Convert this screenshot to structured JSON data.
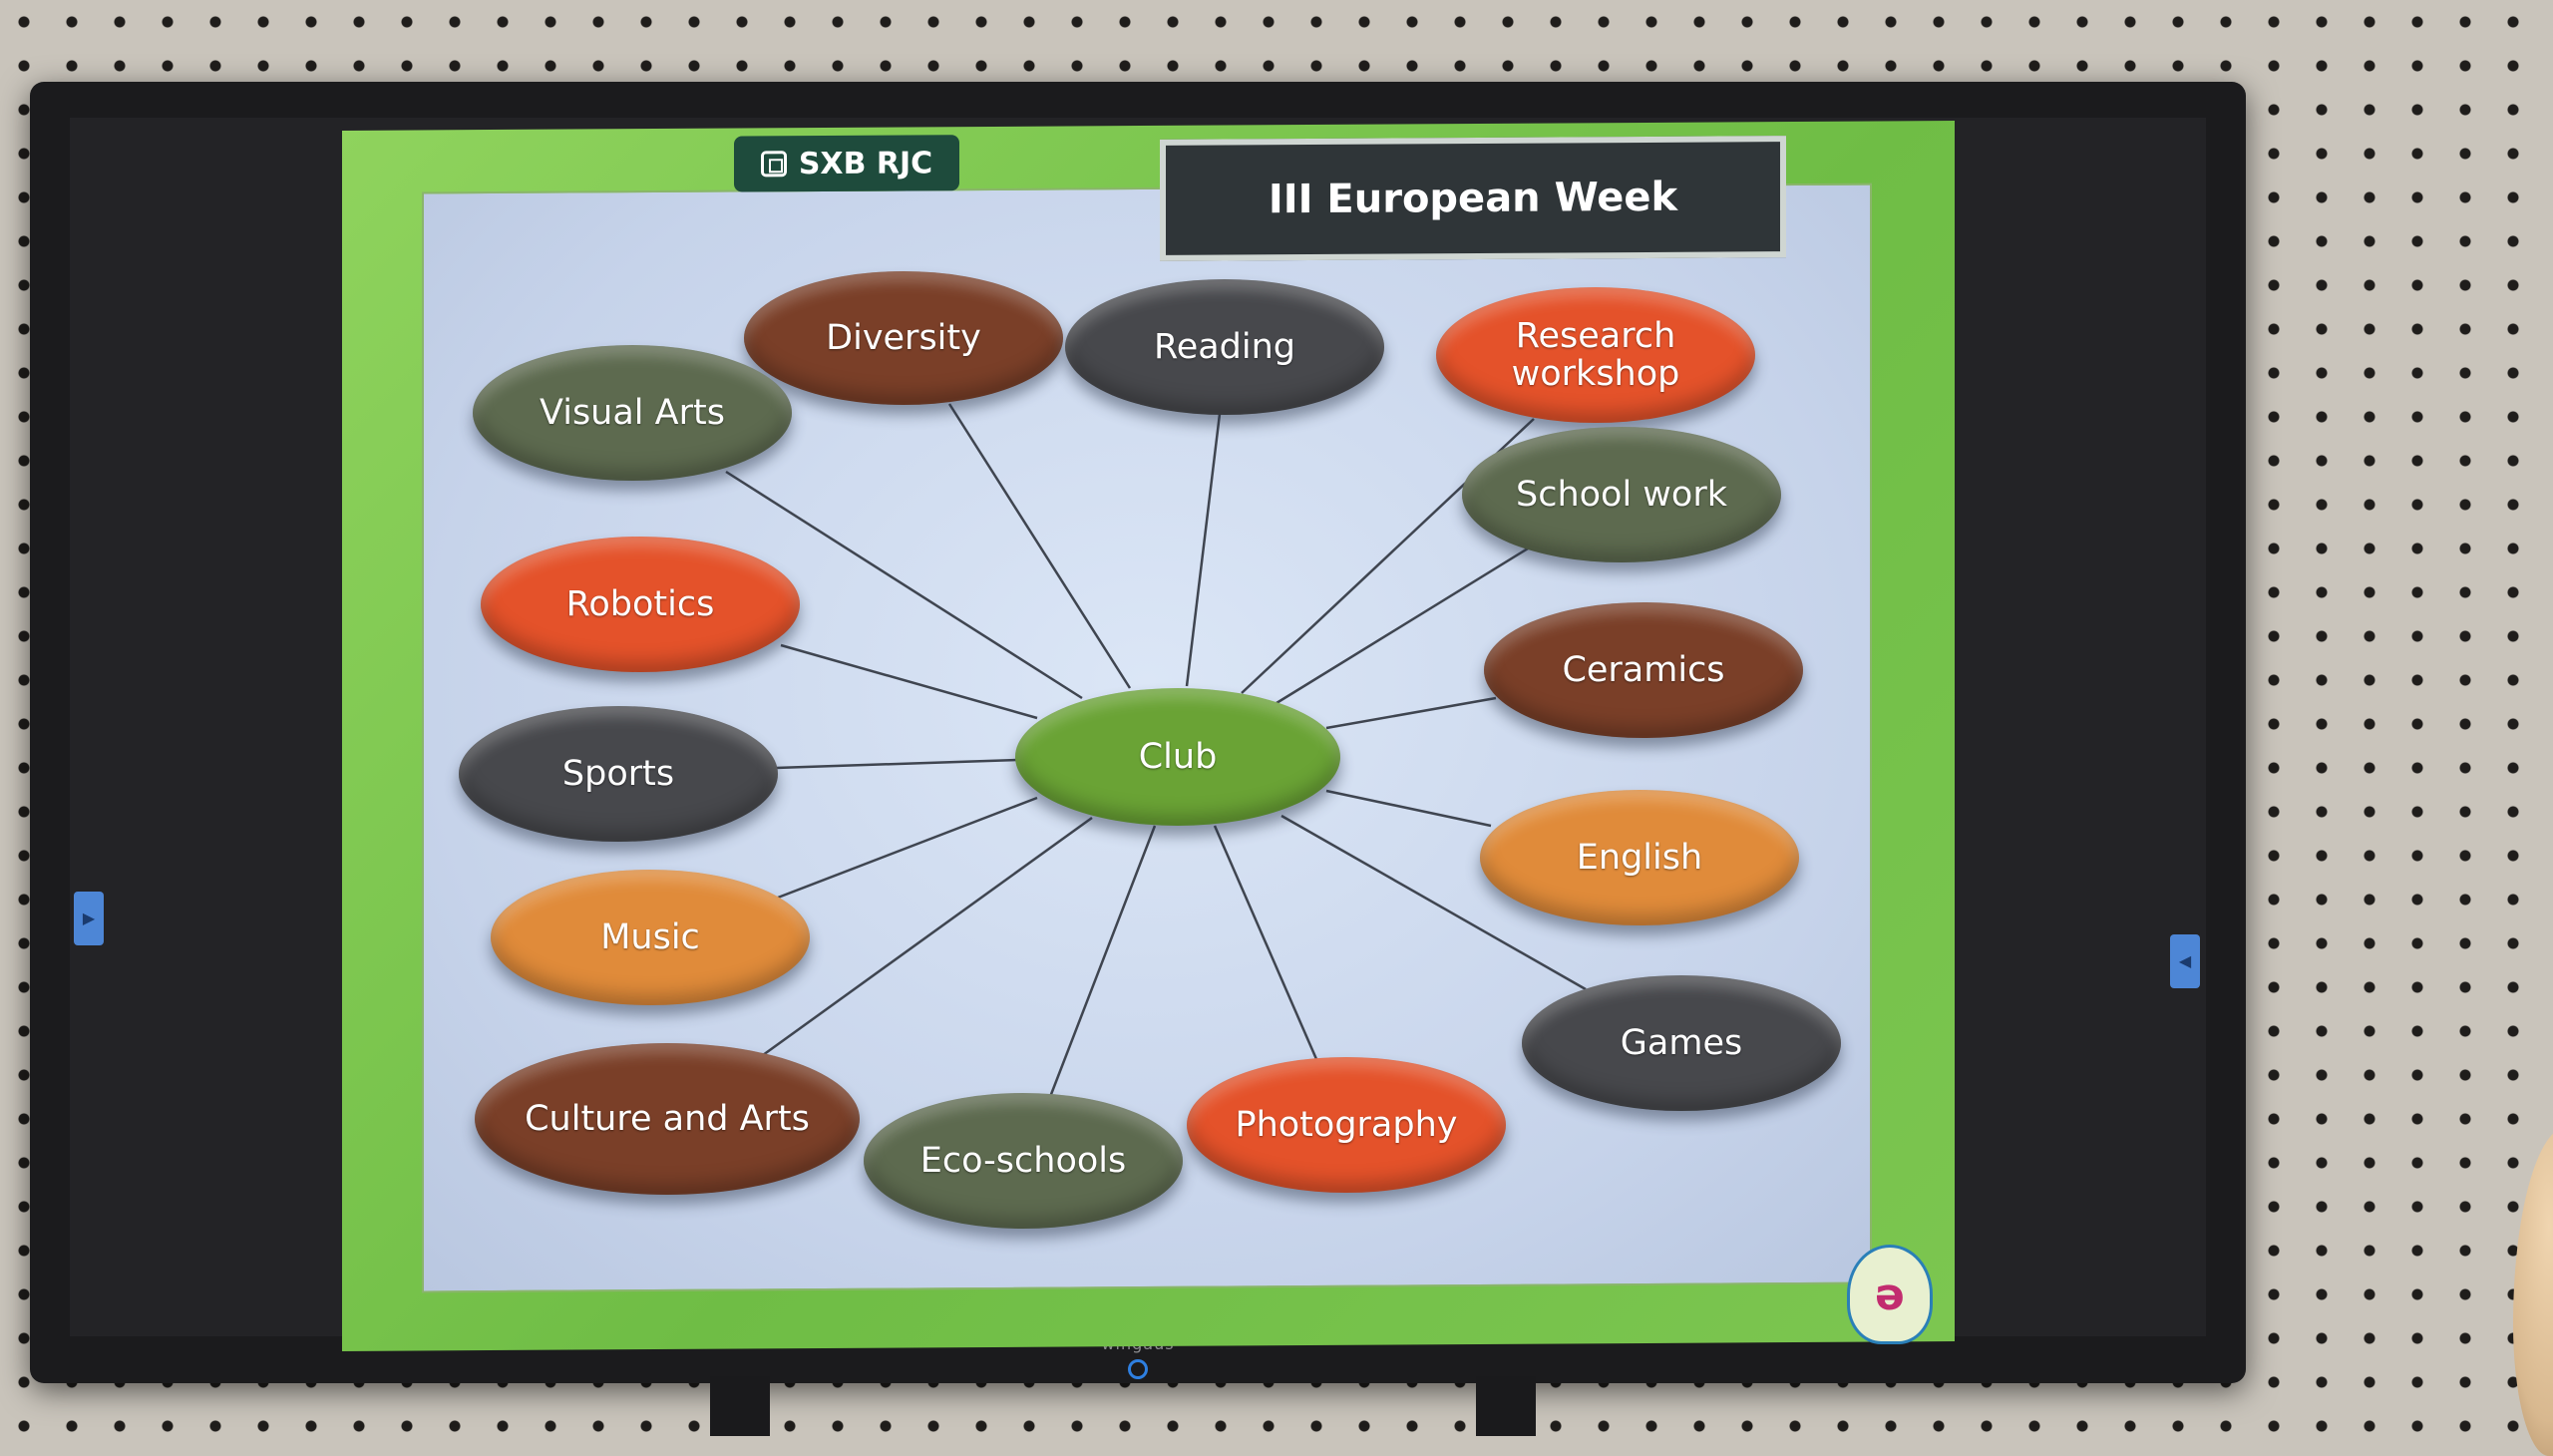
{
  "header": {
    "tag_label": "SXB RJC",
    "title": "III European Week"
  },
  "hub": {
    "label": "Club",
    "color": "#6aa335"
  },
  "nodes": [
    {
      "id": "diversity",
      "label": "Diversity",
      "color": "#7a3f28"
    },
    {
      "id": "reading",
      "label": "Reading",
      "color": "#47484c"
    },
    {
      "id": "research",
      "label": "Research\nworkshop",
      "color": "#e4522a"
    },
    {
      "id": "visual-arts",
      "label": "Visual Arts",
      "color": "#5d6a4f"
    },
    {
      "id": "school-work",
      "label": "School work",
      "color": "#5d6a4f"
    },
    {
      "id": "robotics",
      "label": "Robotics",
      "color": "#e4522a"
    },
    {
      "id": "ceramics",
      "label": "Ceramics",
      "color": "#7a3f28"
    },
    {
      "id": "sports",
      "label": "Sports",
      "color": "#47484c"
    },
    {
      "id": "english",
      "label": "English",
      "color": "#e08b3a"
    },
    {
      "id": "music",
      "label": "Music",
      "color": "#e08b3a"
    },
    {
      "id": "games",
      "label": "Games",
      "color": "#47484c"
    },
    {
      "id": "culture",
      "label": "Culture and Arts",
      "color": "#7a3f28"
    },
    {
      "id": "eco",
      "label": "Eco-schools",
      "color": "#5d6a4f"
    },
    {
      "id": "photography",
      "label": "Photography",
      "color": "#e4522a"
    }
  ],
  "monitor": {
    "brand": "wingaus"
  }
}
